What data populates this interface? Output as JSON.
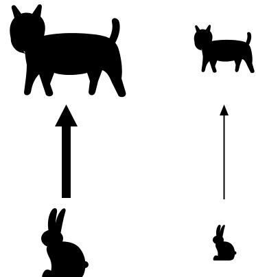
{
  "diagram": {
    "background_color": "#ffffff",
    "silhouette_color": "#000000",
    "columns": [
      {
        "predator": {
          "icon": "lynx-icon"
        },
        "arrow": {
          "direction": "up",
          "weight": "thick"
        },
        "prey": {
          "icon": "rabbit-icon"
        }
      },
      {
        "predator": {
          "icon": "lynx-icon"
        },
        "arrow": {
          "direction": "up",
          "weight": "thin"
        },
        "prey": {
          "icon": "rabbit-icon"
        }
      }
    ]
  }
}
